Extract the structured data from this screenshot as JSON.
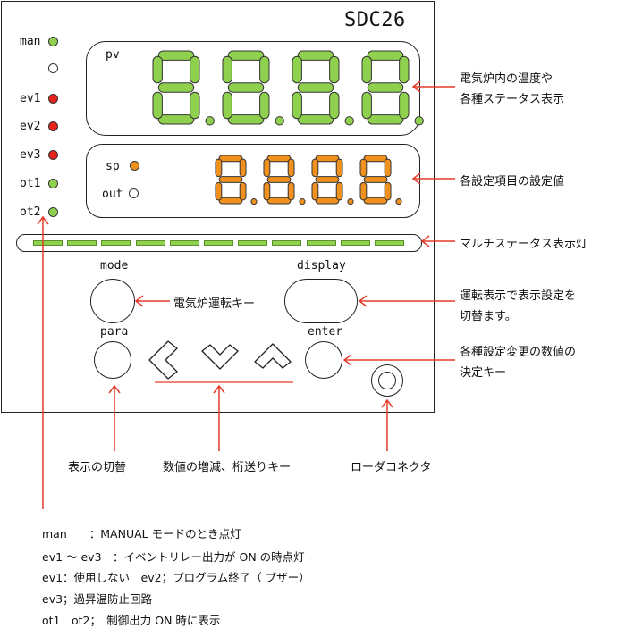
{
  "model": "SDC26",
  "leds": [
    {
      "label": "man",
      "color": "#8fd14f"
    },
    {
      "label": "",
      "color": "#ffffff"
    },
    {
      "label": "ev1",
      "color": "#e8231c"
    },
    {
      "label": "ev2",
      "color": "#e8231c"
    },
    {
      "label": "ev3",
      "color": "#e8231c"
    },
    {
      "label": "ot1",
      "color": "#8fd14f"
    },
    {
      "label": "ot2",
      "color": "#8fd14f"
    }
  ],
  "pv_display": {
    "label": "pv",
    "digits": "8.8.8.8.",
    "color": "#8fd14f"
  },
  "sp_display": {
    "sp_label": "sp",
    "out_label": "out",
    "sp_led_color": "#f0901e",
    "digits": "8.8.8.8.",
    "color": "#f0901e"
  },
  "keys": {
    "mode": "mode",
    "display": "display",
    "para": "para",
    "enter": "enter"
  },
  "annotations": {
    "pv_line1": "電気炉内の温度や",
    "pv_line2": "各種ステータス表示",
    "sp": "各設定項目の設定値",
    "status": "マルチステータス表示灯",
    "mode_key": "電気炉運転キー",
    "display_line1": "運転表示で表示設定を",
    "display_line2": "切替ます。",
    "enter_line1": "各種設定変更の数値の",
    "enter_line2": "決定キー",
    "para_key": "表示の切替",
    "arrow_keys": "数値の増減、桁送りキー",
    "loader": "ローダコネクタ"
  },
  "notes": [
    "man　　：MANUAL モードのとき点灯",
    "ev1 ～ ev3　：イベントリレー出力が ON の時点灯",
    "ev1：使用しない　ev2；プログラム終了（ ブザー）",
    "ev3；過昇温防止回路",
    "ot1　ot2；　制御出力 ON 時に表示"
  ]
}
